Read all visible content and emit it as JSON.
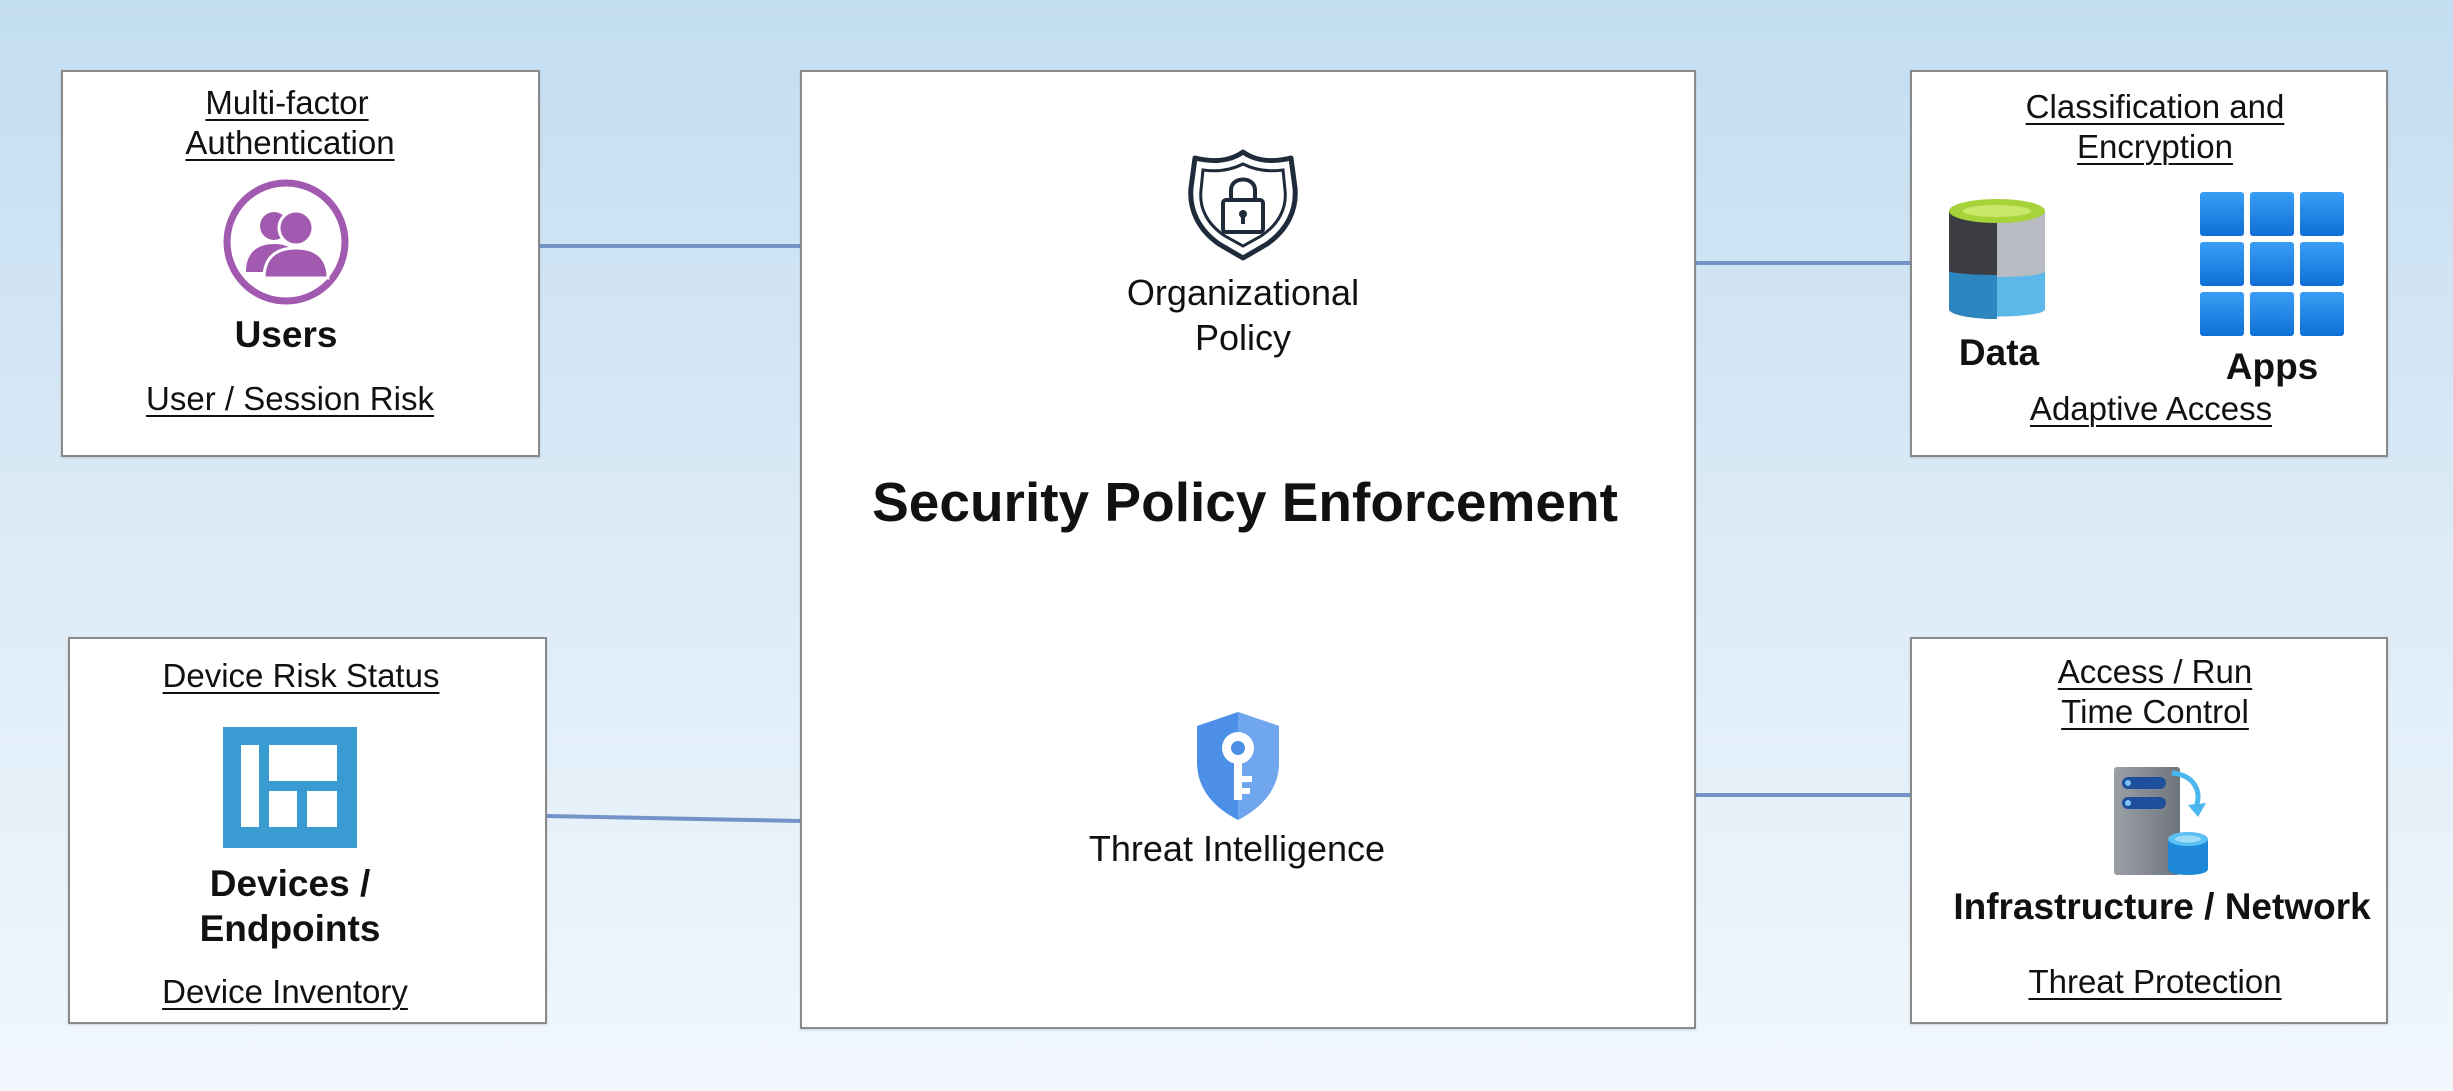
{
  "center": {
    "title": "Security Policy Enforcement",
    "policy_label_line1": "Organizational",
    "policy_label_line2": "Policy",
    "threat_label": "Threat Intelligence"
  },
  "users_box": {
    "header_line1": "Multi-factor",
    "header_line2": "Authentication",
    "label": "Users",
    "footer": "User / Session Risk"
  },
  "devices_box": {
    "header": "Device Risk Status",
    "label_line1": "Devices /",
    "label_line2": "Endpoints",
    "footer": "Device Inventory"
  },
  "data_apps_box": {
    "header_line1": "Classification and",
    "header_line2": "Encryption",
    "data_label": "Data",
    "apps_label": "Apps",
    "footer": "Adaptive Access"
  },
  "infra_box": {
    "header_line1": "Access / Run",
    "header_line2": "Time Control",
    "label": "Infrastructure / Network",
    "footer": "Threat Protection"
  },
  "icons": {
    "users": "users-icon",
    "policy": "shield-lock-icon",
    "threat": "shield-key-icon",
    "devices": "dashboard-icon",
    "data": "database-icon",
    "apps": "app-grid-icon",
    "infra": "server-icon"
  },
  "colors": {
    "connector": "#7393c9",
    "users_icon": "#a259b0",
    "devices_icon": "#3a9bd2",
    "threat_shield": "#4d8ee6",
    "apps_grid": "#1883e6"
  }
}
